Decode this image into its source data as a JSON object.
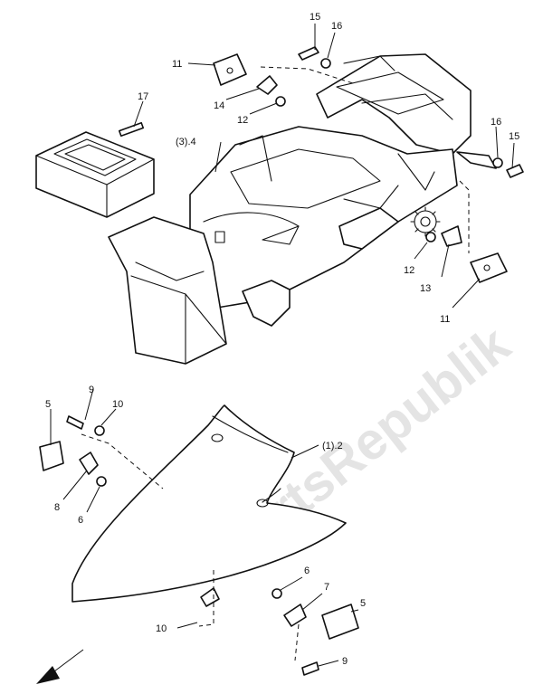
{
  "watermark": "PartsRepublik",
  "assembly_labels": {
    "rear_fender": "(3).4",
    "front_fender": "(1).2"
  },
  "callouts": {
    "c15_top": "15",
    "c16_top": "16",
    "c11_top": "11",
    "c17": "17",
    "c14": "14",
    "c12_top": "12",
    "c16_right": "16",
    "c15_right": "15",
    "c12_right": "12",
    "c13": "13",
    "c11_right": "11",
    "c9_top": "9",
    "c5_left": "5",
    "c10_top": "10",
    "c8": "8",
    "c6_left": "6",
    "c6_right": "6",
    "c7": "7",
    "c5_right": "5",
    "c10_bottom": "10",
    "c9_bottom": "9"
  },
  "icons": {
    "direction_arrow": "front-direction-arrow-icon",
    "gear": "gear-icon"
  }
}
